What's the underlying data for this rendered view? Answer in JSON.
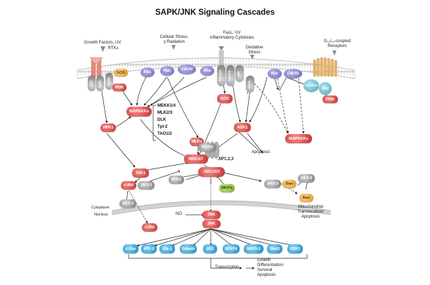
{
  "title": "SAPK/JNK Signaling Cascades",
  "stimuli": {
    "growth_factors": "Growth Factors, UV",
    "rtks": "RTKs",
    "cellular_stress_1": "Cellular Stress,",
    "cellular_stress_2": "γ Radiation",
    "fasl_1": "FasL, UV",
    "fasl_2": "Inflammatory Cytokines",
    "oxidative_1": "Oxidative",
    "oxidative_2": "Stress",
    "gpcr_1": "G₁₂/₁₃-coupled",
    "gpcr_2": "Receptors"
  },
  "nodes": {
    "crk": "Crk",
    "crkl": "CrkL",
    "grb2": "Grb2",
    "sos": "SOS",
    "pi3k_left": "PI3K",
    "ras": "Ras",
    "rac_top": "Rac",
    "cdc42_top": "Cdc42",
    "rho": "Rho",
    "tradd": "TRADD",
    "traf2": "TRAF2",
    "rip": "RIP",
    "daxx": "Daxx",
    "rac_right": "Rac",
    "cdc42_right": "Cdc42",
    "galpha": "Gα12/13",
    "gbg": "Gβγ",
    "pi3k_right": "PI3K",
    "mapkkks_left": "MAPKKKs",
    "hpk1": "HPK1",
    "gck": "GCK",
    "ask1": "ASK1",
    "mapkkks_right": "MAPKKKs",
    "mlk": "MLKs",
    "posh": "POSH",
    "mkk47": "MKK4/7",
    "jip": "JIP1,2,3",
    "tak1": "TAK1",
    "jnk123": "JNK1/2/3",
    "cabl": "c-Abl",
    "p1433_left": "14-3-3",
    "irs1": "IRS-1",
    "mkps": "MKPs",
    "p1433_low": "14-3-3",
    "p1433_bax": "14-3-3",
    "bax": "Bax",
    "p1433_right": "14-3-3",
    "bax2": "Bax",
    "cabl_nuc": "c-Abl",
    "jnk_1": "JNK",
    "jnk_2": "JNK"
  },
  "mekk_list": [
    "MEKK1/4",
    "MLK2/3",
    "DLK",
    "Tpl-2",
    "TAO1/2"
  ],
  "labels": {
    "apoptosis_mid": "Apoptosis",
    "mito_1": "Mitochondrial",
    "mito_2": "Translocation/",
    "mito_3": "Apoptosis",
    "cytoplasm": "Cytoplasm",
    "nucleus": "Nucleus",
    "no": "NO",
    "transcription": "Transcription",
    "out_1": "Growth",
    "out_2": "Differentiation",
    "out_3": "Survival",
    "out_4": "Apoptosis"
  },
  "targets": [
    "c-Jun",
    "ATF-2",
    "Elk-1",
    "Smad4",
    "p53",
    "NFAT4",
    "NFATc1",
    "Stat3",
    "HSF1"
  ],
  "colors": {
    "kinase": "#d9534f",
    "gtpase": "#8a86cf",
    "adaptor": "#9e9e9e",
    "target": "#3fa8dd",
    "phosphatase": "#96c44d",
    "exchange": "#eab04e",
    "membrane": "#bdbdbd"
  }
}
